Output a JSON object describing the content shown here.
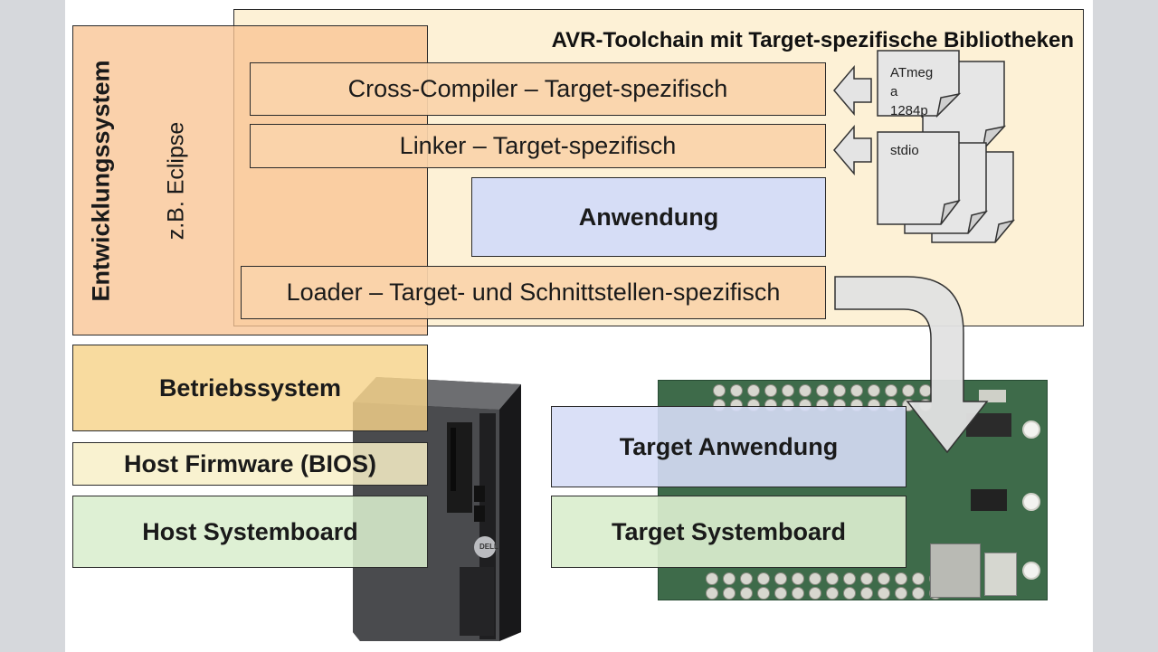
{
  "toolchain": {
    "title": "AVR-Toolchain mit Target-spezifische Bibliotheken"
  },
  "devsys": {
    "title": "Entwicklungssystem",
    "example": "z.B. Eclipse"
  },
  "compiler": {
    "label": "Cross-Compiler – Target-spezifisch"
  },
  "linker": {
    "label": "Linker – Target-spezifisch"
  },
  "app": {
    "label": "Anwendung"
  },
  "loader": {
    "label": "Loader – Target- und Schnittstellen-spezifisch"
  },
  "libraries": {
    "atmega_lines": [
      "ATmeg",
      "a",
      "1284p"
    ],
    "stdio": "stdio"
  },
  "host": {
    "os": "Betriebssystem",
    "firmware": "Host Firmware (BIOS)",
    "board": "Host Systemboard",
    "pc_brand": "DELL"
  },
  "target": {
    "app": "Target Anwendung",
    "board": "Target Systemboard"
  },
  "colors": {
    "toolchain_bg": "#fdf1d6",
    "devsys_bg": "#f8c494",
    "tool_box": "#fad4aa",
    "app_box": "#d6ddf6",
    "os_box": "#f7d38a",
    "firmware_box": "#f8f0c8",
    "board_box": "#daeece",
    "pcb_green": "#3e6b4a"
  }
}
